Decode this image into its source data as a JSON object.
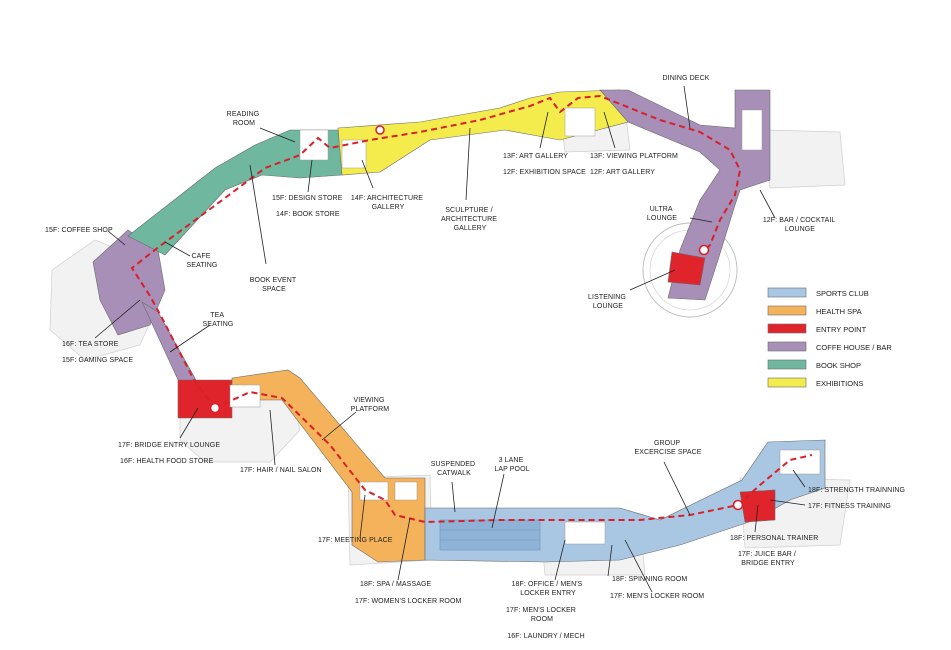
{
  "colors": {
    "sports_club": "#a9c7e2",
    "health_spa": "#f4b25a",
    "entry_point": "#e0242b",
    "coffee_bar": "#a78fb8",
    "book_shop": "#6fb79f",
    "exhibitions": "#f4ec4d",
    "route": "#d81f2a"
  },
  "legend": [
    {
      "key": "sports_club",
      "label": "SPORTS CLUB"
    },
    {
      "key": "health_spa",
      "label": "HEALTH SPA"
    },
    {
      "key": "entry_point",
      "label": "ENTRY POINT"
    },
    {
      "key": "coffee_bar",
      "label": "COFFE HOUSE / BAR"
    },
    {
      "key": "book_shop",
      "label": "BOOK SHOP"
    },
    {
      "key": "exhibitions",
      "label": "EXHIBITIONS"
    }
  ],
  "labels": {
    "dining_deck": "DINING DECK",
    "reading_room": [
      "READING",
      "ROOM"
    ],
    "design_store": "15F: DESIGN STORE",
    "book_store": "14F: BOOK STORE",
    "architecture_gallery": [
      "14F: ARCHITECTURE",
      "GALLERY"
    ],
    "art_gallery_13f": "13F: ART GALLERY",
    "exhibition_space": "12F: EXHIBITION SPACE",
    "viewing_platform_13f": "13F: VIEWING PLATFORM",
    "art_gallery_12f": "12F: ART GALLERY",
    "sculpture_gallery": [
      "SCULPTURE /",
      "ARCHITECTURE",
      "GALLERY"
    ],
    "ultra_lounge": [
      "ULTRA",
      "LOUNGE"
    ],
    "bar_cocktail": [
      "12F: BAR / COCKTAIL",
      "LOUNGE"
    ],
    "listening_lounge": [
      "LISTENING",
      "LOUNGE"
    ],
    "coffee_shop": "15F: COFFEE SHOP",
    "cafe_seating": [
      "CAFE",
      "SEATING"
    ],
    "book_event": [
      "BOOK EVENT",
      "SPACE"
    ],
    "tea_seating": [
      "TEA",
      "SEATING"
    ],
    "tea_store": "16F: TEA STORE",
    "gaming_space": "15F: GAMING SPACE",
    "bridge_entry_lounge": "17F: BRIDGE ENTRY LOUNGE",
    "health_food_store": "16F: HEALTH FOOD STORE",
    "hair_nail": "17F: HAIR / NAIL SALON",
    "viewing_platform": [
      "VIEWING",
      "PLATFORM"
    ],
    "suspended_catwalk": [
      "SUSPENDED",
      "CATWALK"
    ],
    "lap_pool": [
      "3 LANE",
      "LAP POOL"
    ],
    "group_exercise": [
      "GROUP",
      "EXCERCISE SPACE"
    ],
    "strength_training": "18F: STRENGTH TRAINNING",
    "fitness_training": "17F: FITNESS TRAINING",
    "meeting_place": "17F: MEETING PLACE",
    "personal_trainer": "18F: PERSONAL TRAINER",
    "juice_bar": [
      "17F: JUICE BAR /",
      "BRIDGE ENTRY"
    ],
    "spa_massage": "18F: SPA / MASSAGE",
    "womens_locker": "17F: WOMEN'S LOCKER ROOM",
    "office_mens": [
      "18F: OFFICE / MEN'S",
      "LOCKER ENTRY"
    ],
    "spinning_room": "18F: SPINNING ROOM",
    "mens_locker_17f": "17F: MEN'S LOCKER ROOM",
    "mens_locker": [
      "17F: MEN'S LOCKER",
      "ROOM"
    ],
    "laundry": "16F: LAUNDRY / MECH"
  }
}
